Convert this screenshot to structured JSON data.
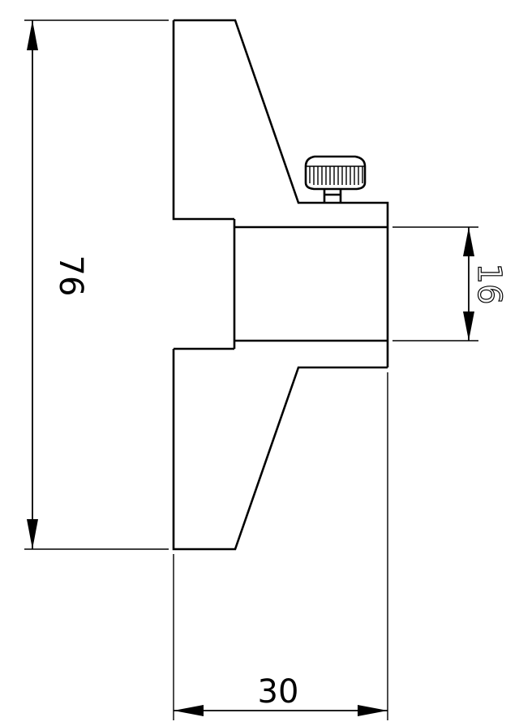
{
  "dimensions": {
    "overall_height": {
      "label": "76",
      "value": 76
    },
    "bore_diameter": {
      "label": "16",
      "value": 16
    },
    "overall_width": {
      "label": "30",
      "value": 30
    }
  }
}
